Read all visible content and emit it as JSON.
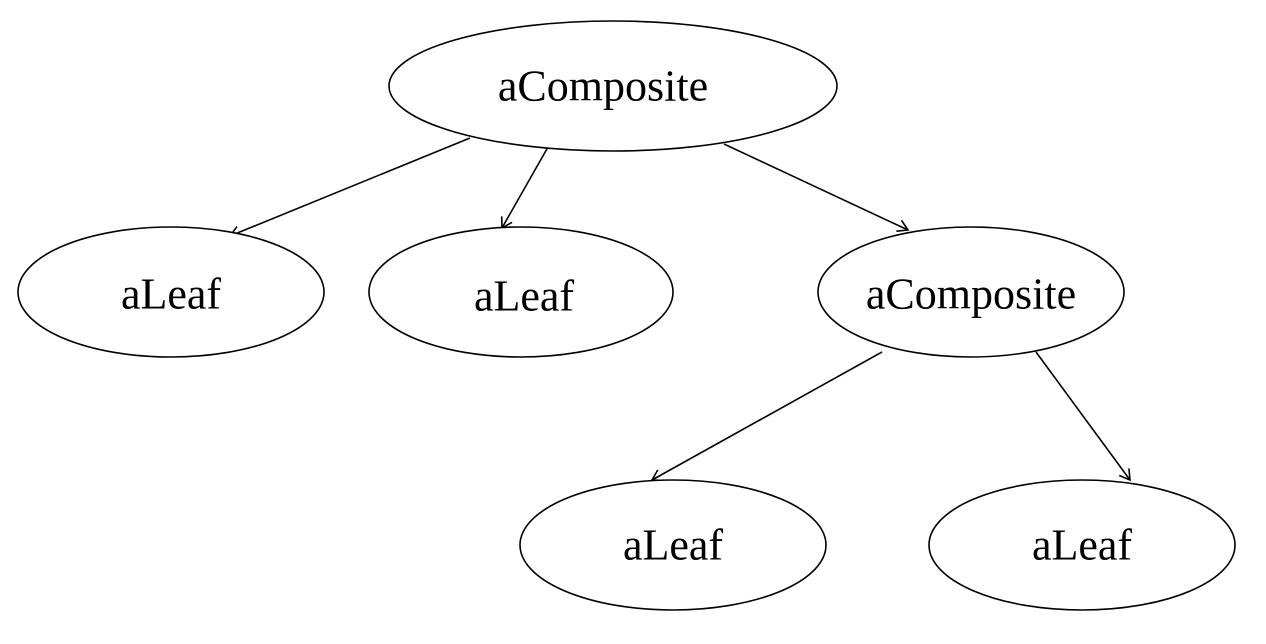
{
  "diagram": {
    "nodes": [
      {
        "id": "root",
        "label": "aComposite"
      },
      {
        "id": "leaf1",
        "label": "aLeaf"
      },
      {
        "id": "leaf2",
        "label": "aLeaf"
      },
      {
        "id": "composite2",
        "label": "aComposite"
      },
      {
        "id": "leaf3",
        "label": "aLeaf"
      },
      {
        "id": "leaf4",
        "label": "aLeaf"
      }
    ],
    "edges": [
      {
        "from": "root",
        "to": "leaf1"
      },
      {
        "from": "root",
        "to": "leaf2"
      },
      {
        "from": "root",
        "to": "composite2"
      },
      {
        "from": "composite2",
        "to": "leaf3"
      },
      {
        "from": "composite2",
        "to": "leaf4"
      }
    ],
    "line_color": "#000000",
    "background_color": "#ffffff"
  }
}
